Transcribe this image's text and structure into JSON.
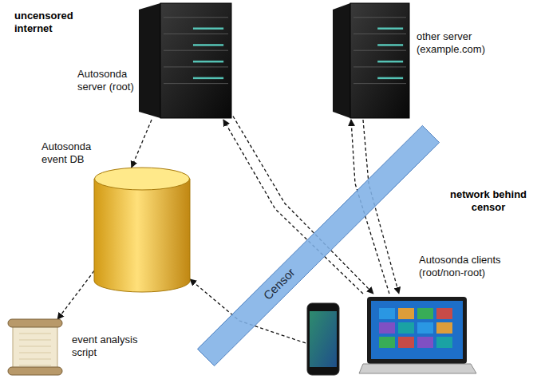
{
  "diagram": {
    "nodes": [
      {
        "text": [
          "Autosonda server (root)"
        ]
      },
      {
        "text": [
          "other server (example.com)"
        ]
      },
      {
        "text": [
          "Autosonda event DB"
        ]
      },
      {
        "text": [
          "Censor"
        ]
      },
      {
        "text": [
          "Autosonda clients (root/non-root)"
        ]
      },
      {
        "text": [
          "event analysis script"
        ]
      }
    ],
    "edges": [
      {
        "from": 0,
        "to": 2,
        "arrow": "to"
      },
      {
        "from": 4,
        "to": 0,
        "arrow": "to"
      },
      {
        "from": 0,
        "to": 4,
        "arrow": "to"
      },
      {
        "from": 4,
        "to": 1,
        "arrow": "to"
      },
      {
        "from": 1,
        "to": 4,
        "arrow": "to"
      },
      {
        "from": 4,
        "to": 2,
        "arrow": "to"
      },
      {
        "from": 2,
        "to": 5,
        "arrow": "to"
      }
    ],
    "labels": [
      "uncensored internet",
      "network behind censor"
    ]
  }
}
